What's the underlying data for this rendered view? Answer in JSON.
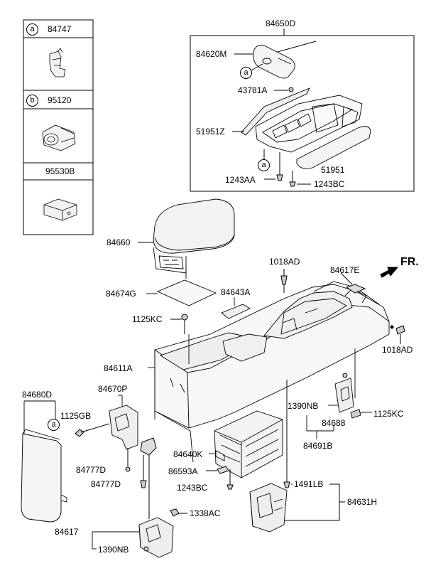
{
  "legend": {
    "rows": [
      {
        "marker": "a",
        "part": "84747"
      },
      {
        "marker": "b",
        "part": "95120"
      },
      {
        "marker": "",
        "part": "95530B"
      }
    ]
  },
  "direction": "FR.",
  "markers": {
    "a": "a"
  },
  "labels": {
    "l84650D": "84650D",
    "l84620M": "84620M",
    "l43781A": "43781A",
    "l51951Z": "51951Z",
    "l51951": "51951",
    "l1243AA": "1243AA",
    "l1243BC_top": "1243BC",
    "l84660": "84660",
    "l84674G": "84674G",
    "l1018AD_top": "1018AD",
    "l84617E": "84617E",
    "l84643A": "84643A",
    "l1125KC_left": "1125KC",
    "l1018AD_right": "1018AD",
    "l84611A": "84611A",
    "l84680D": "84680D",
    "l84670P": "84670P",
    "l1125GB": "1125GB",
    "l1390NB_right": "1390NB",
    "l1125KC_right": "1125KC",
    "l84688": "84688",
    "l84691B": "84691B",
    "l84640K": "84640K",
    "l84777D_1": "84777D",
    "l84777D_2": "84777D",
    "l86593A": "86593A",
    "l1243BC_bottom": "1243BC",
    "l1491LB": "1491LB",
    "l84631H": "84631H",
    "l1338AC": "1338AC",
    "l84617": "84617",
    "l1390NB_bottom": "1390NB"
  }
}
